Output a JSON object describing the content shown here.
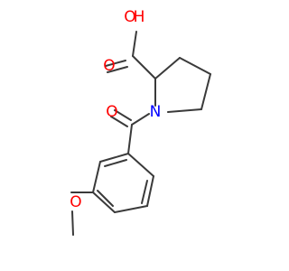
{
  "molecule": {
    "atoms": {
      "hydroxyl_O": "O",
      "hydroxyl_H": "H",
      "carbonyl_O_acid": "O",
      "ring_N": "N",
      "amide_O": "O",
      "methoxy_O": "O"
    },
    "colors": {
      "bond": "#3a3a3a",
      "oxygen": "#ff0000",
      "nitrogen": "#0000ff"
    }
  }
}
